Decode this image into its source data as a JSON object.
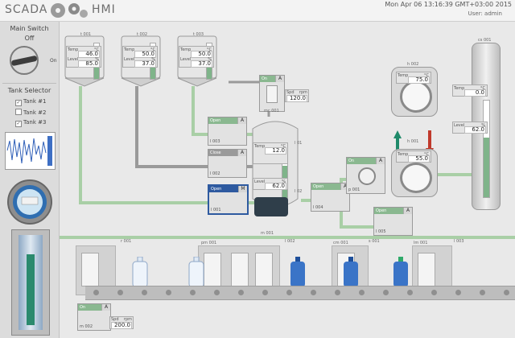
{
  "header": {
    "app_left": "SCADA",
    "app_right": "HMI",
    "datetime": "Mon Apr 06 13:16:39 GMT+03:00 2015",
    "user": "User:  admin"
  },
  "left": {
    "main_switch_title": "Main Switch",
    "main_switch_state": "Off",
    "main_switch_on": "On",
    "tank_selector_title": "Tank Selector",
    "tanks": [
      {
        "label": "Tank #1",
        "checked": true
      },
      {
        "label": "Tank #2",
        "checked": false
      },
      {
        "label": "Tank #3",
        "checked": true
      }
    ]
  },
  "tanks": [
    {
      "id": "t 001",
      "temp_label": "Temp",
      "temp_unit": "°C",
      "temp": "46.0",
      "level_label": "Level",
      "level_unit": "%",
      "level": "85.0",
      "fill": 0.85
    },
    {
      "id": "t 002",
      "temp_label": "Temp",
      "temp_unit": "°C",
      "temp": "50.0",
      "level_label": "Level",
      "level_unit": "%",
      "level": "37.0",
      "fill": 0.37
    },
    {
      "id": "t 003",
      "temp_label": "Temp",
      "temp_unit": "°C",
      "temp": "50.0",
      "level_label": "Level",
      "level_unit": "%",
      "level": "37.0",
      "fill": 0.37
    }
  ],
  "mixer": {
    "id": "mc 001",
    "motor_status": "On",
    "motor_mode": "A",
    "motor_id": "mc 001",
    "spd_label": "Spd",
    "spd_unit": "rpm",
    "spd": "120.0",
    "temp_label": "Temp",
    "temp_unit": "°C",
    "temp": "12.0",
    "level_label": "Level",
    "level_unit": "%",
    "level": "62.0",
    "fill": 0.62,
    "mixer_id": "m 001",
    "label_l01": "l 01",
    "label_l02": "l 02"
  },
  "valves": [
    {
      "status": "Open",
      "mode": "A",
      "tag": "l 003"
    },
    {
      "status": "Close",
      "mode": "A",
      "tag": "l 002"
    },
    {
      "status": "Open",
      "mode": "M",
      "tag": "l 001"
    },
    {
      "status": "Open",
      "mode": "A",
      "tag": "l 004"
    },
    {
      "status": "Open",
      "mode": "A",
      "tag": "l 005"
    }
  ],
  "pump": {
    "status": "On",
    "mode": "A",
    "tag": "p 001"
  },
  "heater": {
    "top_id": "h 002",
    "bottom_id": "h 001",
    "top_temp_label": "Temp",
    "top_temp_unit": "°C",
    "top_temp": "75.0",
    "bottom_temp_label": "Temp",
    "bottom_temp_unit": "°C",
    "bottom_temp": "55.0"
  },
  "column": {
    "id": "cs 001",
    "top_temp_label": "Temp",
    "top_temp_unit": "°C",
    "top_temp": "0.0",
    "level_label": "Level",
    "level_unit": "%",
    "level": "62.0",
    "fill": 0.62
  },
  "conveyor": {
    "status": "On",
    "mode": "A",
    "tag": "m 002",
    "spd_label": "Spd",
    "spd_unit": "rpm",
    "spd": "200.0",
    "station_labels": [
      "r 001",
      "pm 001",
      "l 002",
      "cm 001",
      "s 001",
      "lm 001",
      "l 003"
    ]
  },
  "colors": {
    "accent_green": "#7fb48a",
    "pipe_gray": "#9a9a9a",
    "pipe_green": "#a9cfa6",
    "bottle_blue": "#3a74c7"
  }
}
